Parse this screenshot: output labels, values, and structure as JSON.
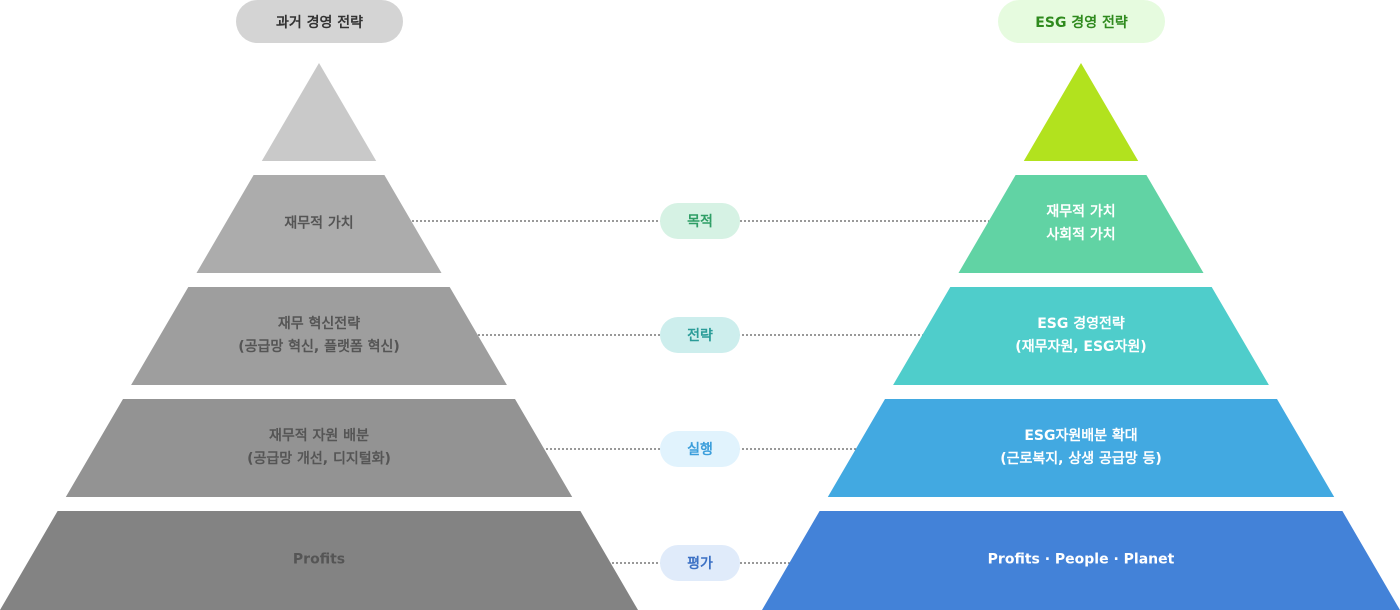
{
  "left": {
    "title": "과거 경영 전략",
    "levels": [
      "재무적 가치",
      "재무 혁신전략\n(공급망 혁신,  플랫폼 혁신)",
      "재무적 자원 배분\n(공급망 개선, 디지털화)",
      "Profits"
    ],
    "colors": [
      "#c9c9c9",
      "#acacac",
      "#9e9e9e",
      "#939393",
      "#838383"
    ]
  },
  "right": {
    "title": "ESG 경영 전략",
    "levels": [
      "재무적 가치\n사회적 가치",
      "ESG 경영전략\n(재무자원, ESG자원)",
      "ESG자원배분 확대\n(근로복지, 상생 공급망 등)",
      "Profits · People · Planet"
    ],
    "colors": [
      "#b2e21e",
      "#61d3a4",
      "#4fcdcb",
      "#42a9e1",
      "#4382d8"
    ]
  },
  "stages": [
    {
      "label": "목적",
      "bg": "#d6f2e4",
      "color": "#2f9e66"
    },
    {
      "label": "전략",
      "bg": "#cdeeed",
      "color": "#2a9c98"
    },
    {
      "label": "실행",
      "bg": "#e1f3fd",
      "color": "#3b9edb"
    },
    {
      "label": "평가",
      "bg": "#e0ebfa",
      "color": "#3b70c4"
    }
  ]
}
